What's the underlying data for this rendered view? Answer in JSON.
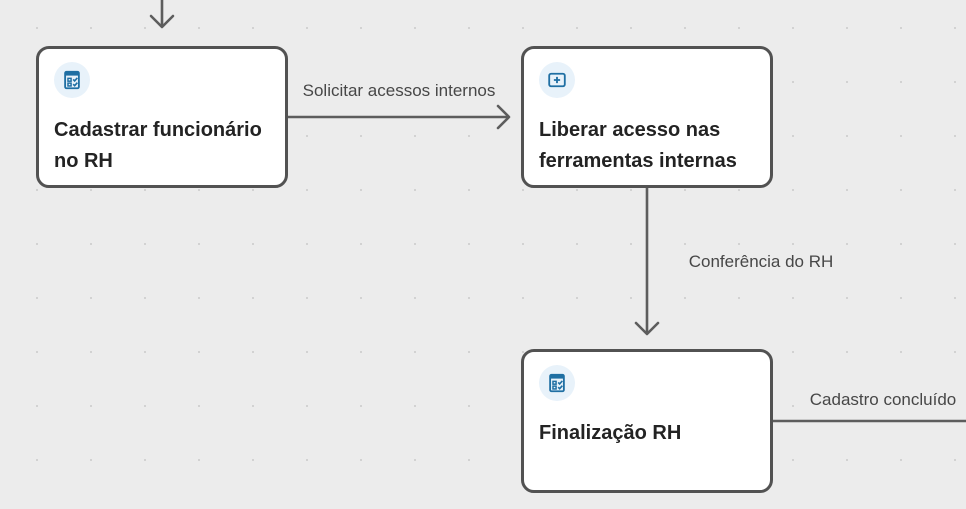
{
  "canvas": {
    "type": "workflow-diagram"
  },
  "colors": {
    "canvas_bg": "#ececec",
    "dot_color": "#d2d2d2",
    "node_bg": "#ffffff",
    "node_border": "#525252",
    "edge_color": "#5d5d5d",
    "title_color": "#232323",
    "edge_label_color": "#474747",
    "icon_blue": "#1f6fa3",
    "icon_circle_bg": "#e8f2fa"
  },
  "nodes": [
    {
      "title": "Cadastrar funcionário no RH",
      "icon": "form-checklist-icon"
    },
    {
      "title": "Liberar acesso nas ferramentas internas",
      "icon": "plus-square-icon"
    },
    {
      "title": "Finalização RH",
      "icon": "form-checklist-icon"
    }
  ],
  "edges": [
    {
      "label": "",
      "from": "(off-screen top)",
      "to": "Cadastrar funcionário no RH"
    },
    {
      "label": "Solicitar acessos internos",
      "from": "Cadastrar funcionário no RH",
      "to": "Liberar acesso nas ferramentas internas"
    },
    {
      "label": "Conferência do RH",
      "from": "Liberar acesso nas ferramentas internas",
      "to": "Finalização RH"
    },
    {
      "label": "Cadastro concluído",
      "from": "Finalização RH",
      "to": "(off-screen right)"
    }
  ]
}
